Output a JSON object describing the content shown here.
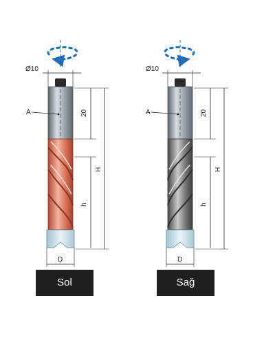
{
  "dimensions": {
    "shank_diameter": "Ø10",
    "shank_length": "20",
    "total_length": "H",
    "flute_length": "h",
    "diameter": "D",
    "shank_label": "A"
  },
  "left_tool": {
    "label": "Sol"
  },
  "right_tool": {
    "label": "Sağ"
  },
  "colors": {
    "rotation_arrow": "#1f6fb8",
    "left_flute": "#d9755a",
    "right_flute": "#7a7a7a",
    "shank": "#8f9aa2",
    "tip": "#cfe3ec",
    "label_bg": "#1f1f1f"
  }
}
